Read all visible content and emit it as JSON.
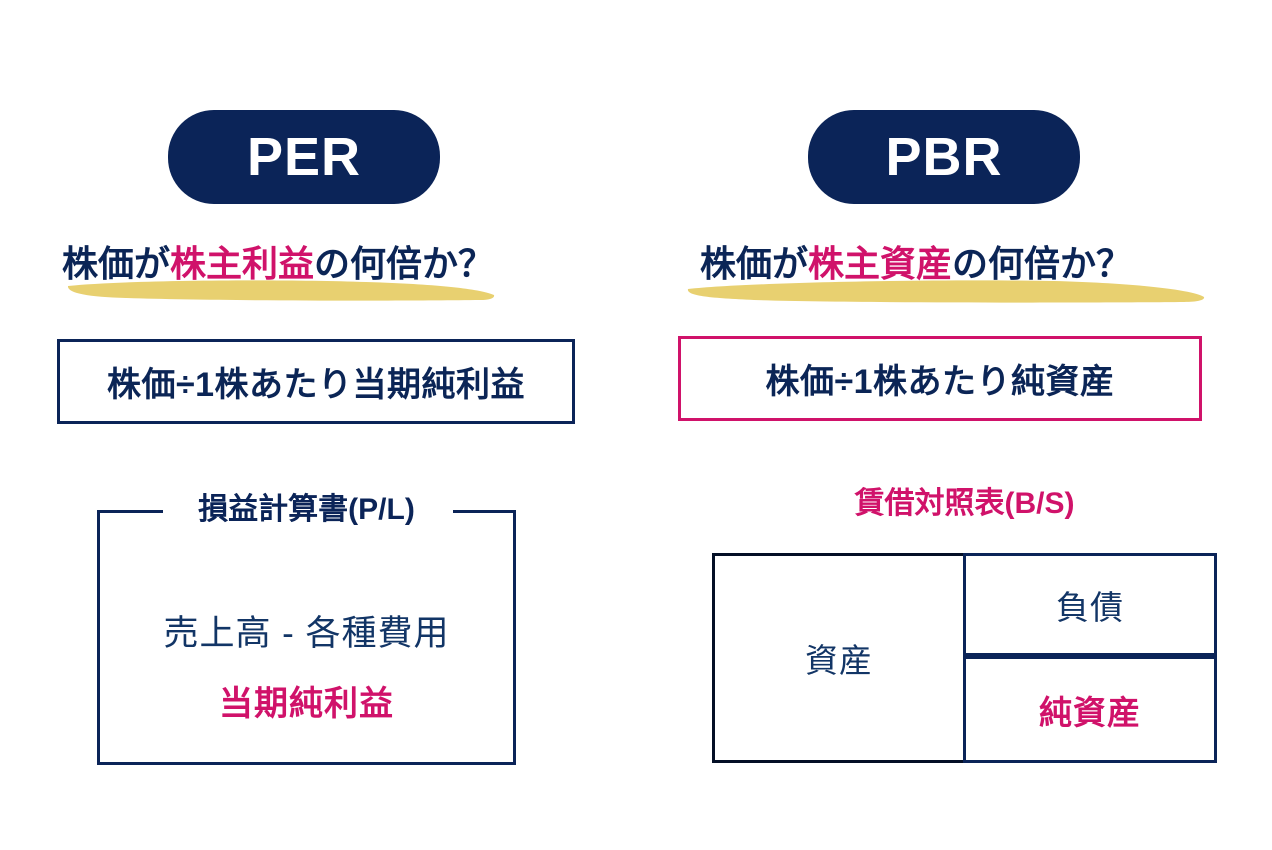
{
  "colors": {
    "navy": "#0B2458",
    "navy_text": "#123566",
    "pink": "#D0126A",
    "highlight_yellow": "#E8D070",
    "white": "#FFFFFF",
    "black_border": "#040F26"
  },
  "left_column": {
    "badge": {
      "label": "PER",
      "icon": "pill-badge"
    },
    "question": {
      "prefix": "株価が",
      "highlight": "株主利益",
      "suffix": "の何倍か？",
      "underline_icon": "brush-underline-icon"
    },
    "formula": {
      "text": "株価÷1株あたり当期純利益",
      "border_color": "#0B2458"
    },
    "statement": {
      "title": "損益計算書(P/L)",
      "lines": [
        {
          "text": "売上高 - 各種費用",
          "emphasis": false
        },
        {
          "text": "当期純利益",
          "emphasis": true
        }
      ]
    }
  },
  "right_column": {
    "badge": {
      "label": "PBR",
      "icon": "pill-badge"
    },
    "question": {
      "prefix": "株価が",
      "highlight": "株主資産",
      "suffix": "の何倍か？",
      "underline_icon": "brush-underline-icon"
    },
    "formula": {
      "text": "株価÷1株あたり純資産",
      "border_color": "#D0126A"
    },
    "statement": {
      "title": "賃借対照表(B/S)",
      "cells": {
        "assets": "資産",
        "liabilities": "負債",
        "net_assets": "純資産"
      }
    }
  }
}
